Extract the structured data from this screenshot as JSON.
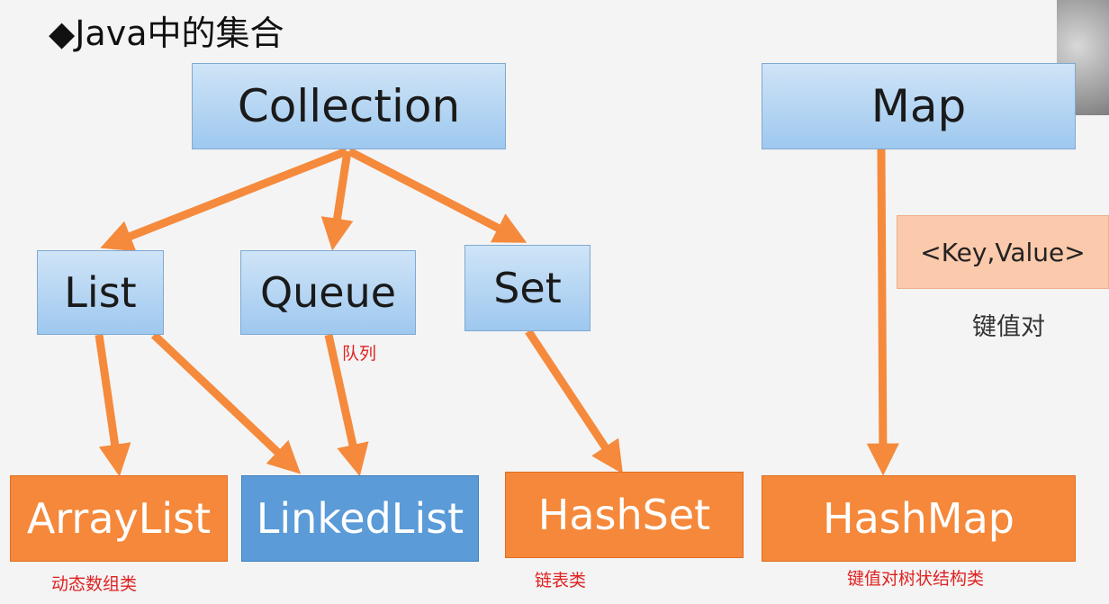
{
  "title": "◆Java中的集合",
  "nodes": {
    "collection": "Collection",
    "map": "Map",
    "list": "List",
    "queue": "Queue",
    "set": "Set",
    "key_value": "<Key,Value>",
    "arraylist": "ArrayList",
    "linkedlist": "LinkedList",
    "hashset": "HashSet",
    "hashmap": "HashMap"
  },
  "notes": {
    "queue": "队列",
    "key_value": "键值对",
    "arraylist": "动态数组类",
    "hashset": "链表类",
    "hashmap": "键值对树状结构类"
  },
  "colors": {
    "arrow": "#f58a3c",
    "blue_node": "#a8cdf0",
    "orange_node": "#f5883a",
    "linkedlist_node": "#5b9bd8",
    "note_red": "#e02222"
  }
}
